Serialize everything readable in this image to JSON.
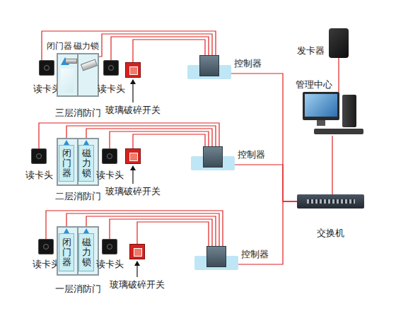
{
  "diagram": {
    "nodes": [
      {
        "text": [
          "读卡头"
        ]
      },
      {
        "text": [
          "三层消防门"
        ]
      },
      {
        "text": [
          "读卡头"
        ]
      },
      {
        "text": [
          "玻璃破碎开关"
        ]
      },
      {
        "text": [
          "控制器"
        ]
      },
      {
        "text": [
          "发卡器"
        ]
      },
      {
        "text": [
          "管理中心"
        ]
      },
      {
        "text": [
          "读卡头"
        ]
      },
      {
        "text": [
          "二层消防门"
        ]
      },
      {
        "text": [
          "闭门器"
        ],
        "in": 8
      },
      {
        "text": [
          "磁力锁"
        ],
        "in": 8
      },
      {
        "text": [
          "读卡头"
        ]
      },
      {
        "text": [
          "玻璃破碎开关"
        ]
      },
      {
        "text": [
          "控制器"
        ]
      },
      {
        "text": [
          "交换机"
        ]
      },
      {
        "text": [
          "读卡头"
        ]
      },
      {
        "text": [
          "一层消防门"
        ]
      },
      {
        "text": [
          "闭门器"
        ],
        "in": 16
      },
      {
        "text": [
          "磁力锁"
        ],
        "in": 16
      },
      {
        "text": [
          "读卡头"
        ]
      },
      {
        "text": [
          "玻璃破碎开关"
        ]
      },
      {
        "text": [
          "控制器"
        ]
      }
    ],
    "edges": [
      {
        "from": 0,
        "to": 4,
        "arrow": "none"
      },
      {
        "from": 1,
        "to": 4,
        "arrow": "none"
      },
      {
        "from": 2,
        "to": 4,
        "arrow": "none"
      },
      {
        "from": 3,
        "to": 4,
        "arrow": "none"
      },
      {
        "from": 4,
        "to": 14,
        "arrow": "none"
      },
      {
        "from": 5,
        "to": 6,
        "arrow": "none"
      },
      {
        "from": 6,
        "to": 14,
        "arrow": "none"
      },
      {
        "from": 7,
        "to": 13,
        "arrow": "none"
      },
      {
        "from": 9,
        "to": 13,
        "arrow": "none"
      },
      {
        "from": 10,
        "to": 13,
        "arrow": "none"
      },
      {
        "from": 11,
        "to": 13,
        "arrow": "none"
      },
      {
        "from": 12,
        "to": 13,
        "arrow": "none"
      },
      {
        "from": 13,
        "to": 14,
        "arrow": "none"
      },
      {
        "from": 15,
        "to": 21,
        "arrow": "none"
      },
      {
        "from": 17,
        "to": 21,
        "arrow": "none"
      },
      {
        "from": 18,
        "to": 21,
        "arrow": "none"
      },
      {
        "from": 19,
        "to": 21,
        "arrow": "none"
      },
      {
        "from": 20,
        "to": 21,
        "arrow": "none"
      },
      {
        "from": 21,
        "to": 14,
        "arrow": "none"
      }
    ],
    "labels": [
      "闭门器",
      "磁力锁"
    ]
  }
}
